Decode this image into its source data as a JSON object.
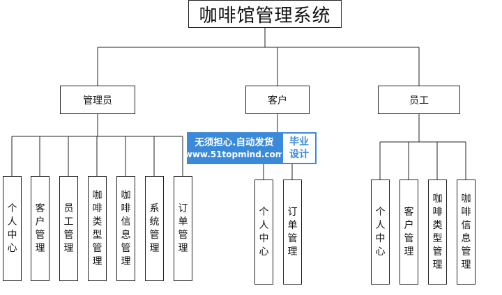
{
  "title": "咖啡馆管理系统",
  "roles": [
    {
      "name": "管理员",
      "modules": [
        "个人中心",
        "客户管理",
        "员工管理",
        "咖啡类型管理",
        "咖啡信息管理",
        "系统管理",
        "订单管理"
      ]
    },
    {
      "name": "客户",
      "modules": [
        "个人中心",
        "订单管理"
      ]
    },
    {
      "name": "员工",
      "modules": [
        "个人中心",
        "客户管理",
        "咖啡类型管理",
        "咖啡信息管理"
      ]
    }
  ],
  "watermark": {
    "line1": "无须担心.自动发货",
    "line2": "www.51topmind.com",
    "badge_top": "毕业",
    "badge_bottom": "设计"
  },
  "colors": {
    "watermark_blue": "#3b8ad9",
    "line": "#222222"
  }
}
